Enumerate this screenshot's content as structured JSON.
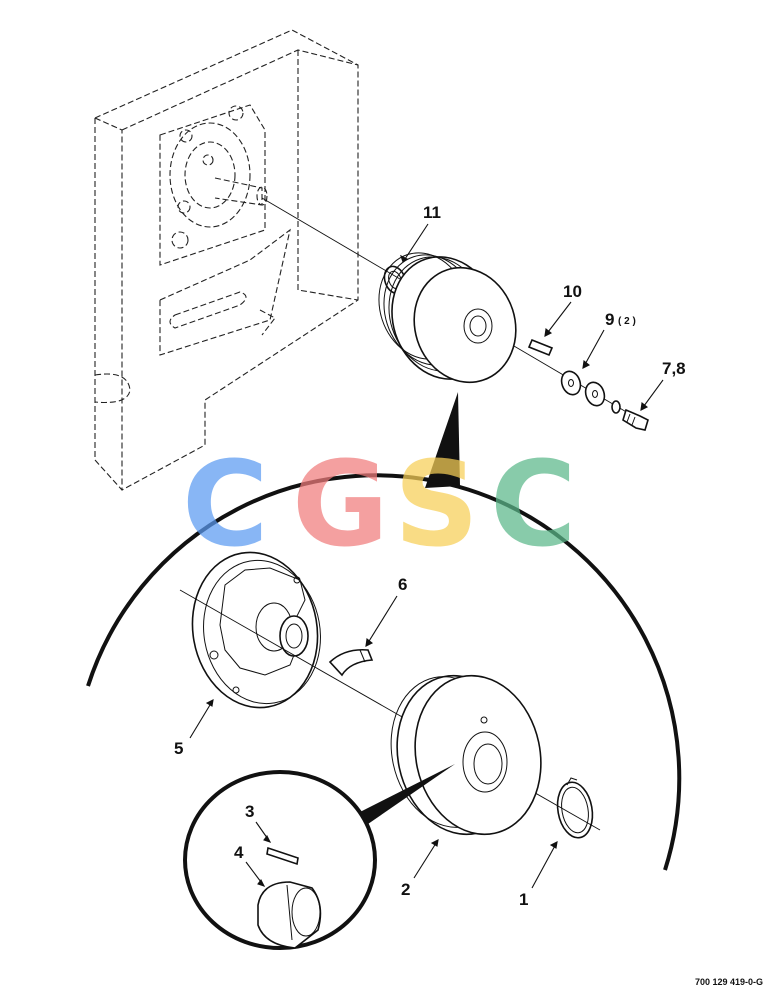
{
  "watermark": {
    "letters": [
      {
        "char": "C",
        "color": "#5b9bf2"
      },
      {
        "char": "G",
        "color": "#f07c7c"
      },
      {
        "char": "S",
        "color": "#f7cf57"
      },
      {
        "char": "C",
        "color": "#5bb88a"
      }
    ]
  },
  "callouts": {
    "c1": "1",
    "c2": "2",
    "c3": "3",
    "c4": "4",
    "c5": "5",
    "c6": "6",
    "c78": "7,8",
    "c9": "9",
    "c9qty": "( 2 )",
    "c10": "10",
    "c11": "11"
  },
  "figure_id": "700 129 419-0-G",
  "colors": {
    "ink": "#111111",
    "background": "#ffffff"
  }
}
